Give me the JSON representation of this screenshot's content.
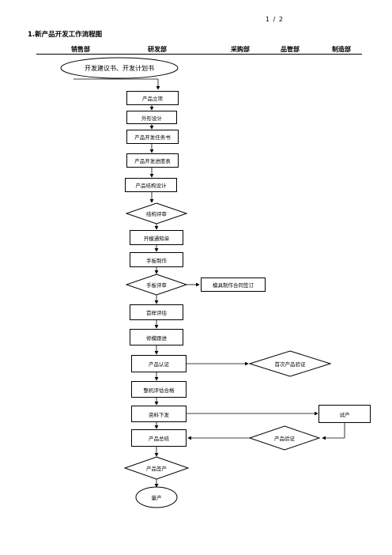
{
  "page_number": "1 / 2",
  "title": "1.新产品开发工作流程图",
  "columns": [
    "销售部",
    "研发部",
    "采购部",
    "品管部",
    "制造部"
  ],
  "nodes": {
    "start": "开发建议书、开发计划书",
    "n1": "产品立项",
    "n2": "外形设计",
    "n3": "产品开发任务书",
    "n4": "产品开发进度表",
    "n5": "产品结构设计",
    "d1": "结构评审",
    "n6": "开模通知单",
    "n7": "手板制作",
    "d2": "手板评审",
    "m1": "模具制作合同签订",
    "n8": "首样评估",
    "n9": "修模跟进",
    "n10": "产品认证",
    "d3": "首次产品验证",
    "n11": "整机评估合格",
    "n12": "资料下发",
    "p1": "试产",
    "n13": "产品总结",
    "d4": "产品验证",
    "d5": "产品签产",
    "end": "量产"
  }
}
